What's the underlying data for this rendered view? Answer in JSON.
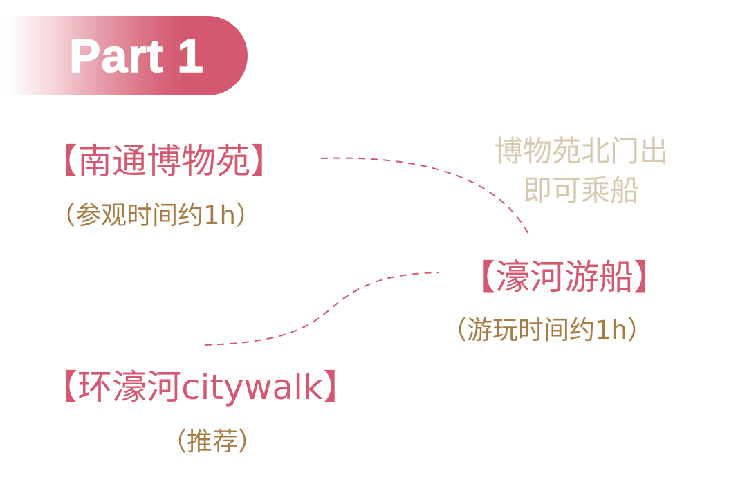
{
  "banner": {
    "title": "Part 1"
  },
  "colors": {
    "accent": "#d4586f",
    "subtitle": "#a67c45",
    "note": "#d8c8b0",
    "background": "#ffffff"
  },
  "stops": [
    {
      "title": "【南通博物苑】",
      "subtitle": "（参观时间约1h）"
    },
    {
      "title": "【濠河游船】",
      "subtitle": "（游玩时间约1h）"
    },
    {
      "title": "【环濠河citywalk】",
      "subtitle": "（推荐）"
    }
  ],
  "note": {
    "lines": [
      "博物苑北门出",
      "即可乘船"
    ]
  }
}
